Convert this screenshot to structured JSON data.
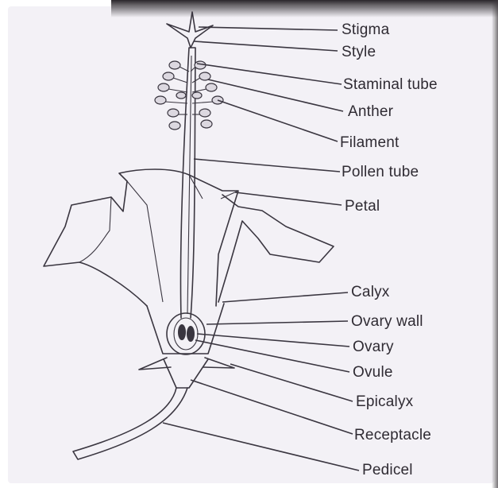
{
  "diagram": {
    "labels": {
      "stigma": "Stigma",
      "style": "Style",
      "staminal_tube": "Staminal tube",
      "anther": "Anther",
      "filament": "Filament",
      "pollen_tube": "Pollen tube",
      "petal": "Petal",
      "calyx": "Calyx",
      "ovary_wall": "Ovary wall",
      "ovary": "Ovary",
      "ovule": "Ovule",
      "epicalyx": "Epicalyx",
      "receptacle": "Receptacle",
      "pedicel": "Pedicel"
    }
  }
}
